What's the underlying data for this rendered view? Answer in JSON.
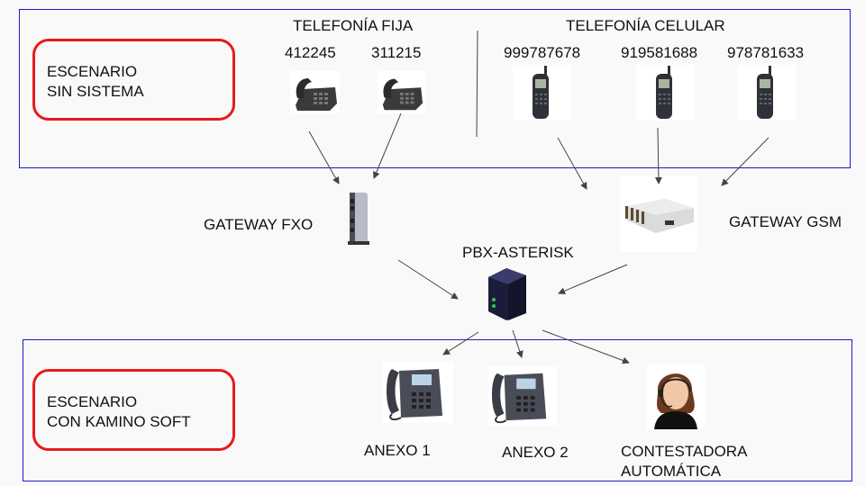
{
  "top_scenario": {
    "label_line1": "ESCENARIO",
    "label_line2": "SIN SISTEMA",
    "landline_title": "TELEFONÍA FIJA",
    "landlines": [
      {
        "number": "412245",
        "icon": "desk-phone-icon"
      },
      {
        "number": "311215",
        "icon": "desk-phone-icon"
      }
    ],
    "cellular_title": "TELEFONÍA  CELULAR",
    "cellphones": [
      {
        "number": "999787678",
        "icon": "cell-phone-icon"
      },
      {
        "number": "919581688",
        "icon": "cell-phone-icon"
      },
      {
        "number": "978781633",
        "icon": "cell-phone-icon"
      }
    ]
  },
  "middle": {
    "gateway_fxo": {
      "label": "GATEWAY FXO",
      "icon": "fxo-gateway-icon"
    },
    "pbx": {
      "label": "PBX-ASTERISK",
      "icon": "server-icon"
    },
    "gateway_gsm": {
      "label": "GATEWAY GSM",
      "icon": "gsm-gateway-icon"
    }
  },
  "bottom_scenario": {
    "label_line1": "ESCENARIO",
    "label_line2": "CON KAMINO SOFT",
    "endpoints": [
      {
        "label_line1": "ANEXO 1",
        "label_line2": "",
        "icon": "ip-phone-icon"
      },
      {
        "label_line1": "ANEXO 2",
        "label_line2": "",
        "icon": "ip-phone-icon"
      },
      {
        "label_line1": "CONTESTADORA",
        "label_line2": "AUTOMÁTICA",
        "icon": "operator-headset-icon"
      }
    ]
  },
  "colors": {
    "frame": "#1a1acc",
    "highlight": "#e8191c",
    "arrow": "#444444"
  }
}
